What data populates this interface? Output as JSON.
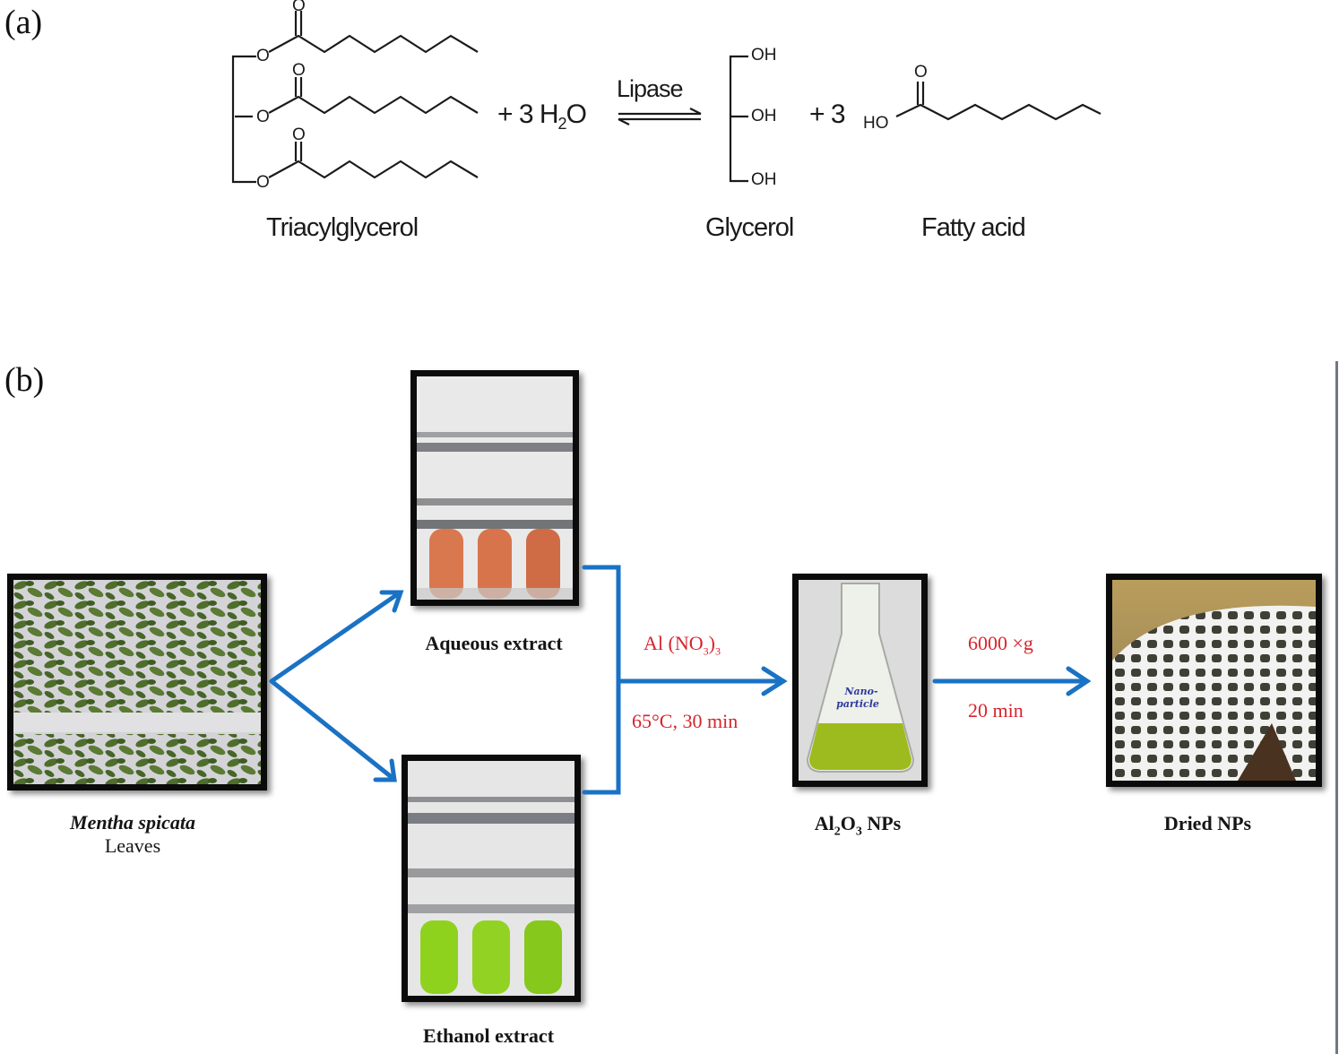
{
  "panels": {
    "a": {
      "label": "(a)",
      "reaction": {
        "reactant": {
          "name": "Triacylglycerol",
          "atoms": {
            "carbonyl_o": "O",
            "ester_o": "O"
          }
        },
        "water": {
          "prefix": "+ 3 H",
          "subscript": "2",
          "suffix": "O"
        },
        "enzyme": "Lipase",
        "product1": {
          "name": "Glycerol",
          "groups": [
            "OH",
            "OH",
            "OH"
          ]
        },
        "coefficient": "+ 3",
        "product2": {
          "name": "Fatty acid",
          "ho": "HO",
          "carbonyl_o": "O"
        }
      }
    },
    "b": {
      "label": "(b)",
      "steps": {
        "leaves": {
          "caption_italic": "Mentha spicata",
          "caption": "Leaves"
        },
        "aqueous": {
          "caption": "Aqueous extract"
        },
        "ethanol": {
          "caption": "Ethanol extract"
        },
        "nps": {
          "caption_prefix": "Al",
          "sub1": "2",
          "mid": "O",
          "sub2": "3",
          "suffix": " NPs"
        },
        "dried": {
          "caption": "Dried NPs"
        }
      },
      "conditions": {
        "reagent": {
          "prefix": "Al (NO",
          "sub": "3",
          "suffix": ")",
          "sub2": "3"
        },
        "heat": "65°C, 30 min",
        "centrifuge": "6000 ×g",
        "time": "20 min"
      },
      "flask_label": {
        "line1": "Nano-",
        "line2": "particle"
      }
    }
  },
  "colors": {
    "arrow": "#1a72c4",
    "condition_text": "#d8242c",
    "aqueous_liquid": "#d9784e",
    "ethanol_liquid": "#8fd21e",
    "flask_liquid": "#9dbb1e",
    "leaf": "#4c6b2a"
  }
}
